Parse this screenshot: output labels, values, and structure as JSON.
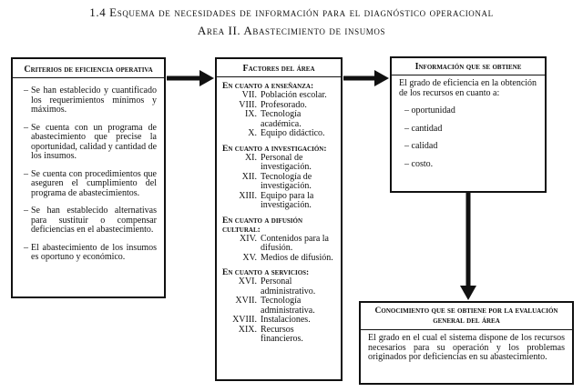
{
  "title_line1": "1.4  Esquema de necesidades de información para el diagnóstico operacional",
  "title_line2": "Area II.  Abastecimiento de insumos",
  "box_criterios": {
    "heading": "Criterios de eficiencia operativa",
    "items": [
      "Se han establecido y cuantificado los requerimientos mínimos y máximos.",
      "Se cuenta con un programa de abastecimiento que precise la oportunidad, calidad y cantidad de los insumos.",
      "Se cuenta con procedimientos que aseguren el cumplimiento del programa de abastecimientos.",
      "Se han establecido alternativas para sustituir o compensar deficiencias en el abastecimiento.",
      "El abastecimiento de los insumos es oportuno y económico."
    ]
  },
  "box_factores": {
    "heading": "Factores del área",
    "sections": [
      {
        "label": "En cuanto a enseñanza:",
        "factors": [
          {
            "num": "VII.",
            "text": "Población escolar."
          },
          {
            "num": "VIII.",
            "text": "Profesorado."
          },
          {
            "num": "IX.",
            "text": "Tecnología académica."
          },
          {
            "num": "X.",
            "text": "Equipo didáctico."
          }
        ]
      },
      {
        "label": "En cuanto a investigación:",
        "factors": [
          {
            "num": "XI.",
            "text": "Personal de investigación."
          },
          {
            "num": "XII.",
            "text": "Tecnología de investigación."
          },
          {
            "num": "XIII.",
            "text": "Equipo para la investigación."
          }
        ]
      },
      {
        "label": "En cuanto a difusión cultural:",
        "factors": [
          {
            "num": "XIV.",
            "text": "Contenidos para la difusión."
          },
          {
            "num": "XV.",
            "text": "Medios de difusión."
          }
        ]
      },
      {
        "label": "En cuanto a servicios:",
        "factors": [
          {
            "num": "XVI.",
            "text": "Personal administrativo."
          },
          {
            "num": "XVII.",
            "text": "Tecnología administrativa."
          },
          {
            "num": "XVIII.",
            "text": "Instalaciones."
          },
          {
            "num": "XIX.",
            "text": "Recursos financieros."
          }
        ]
      }
    ]
  },
  "box_informacion": {
    "heading": "Información que se obtiene",
    "intro": "El grado de eficiencia en la obtención de los recursos en cuanto a:",
    "items": [
      "– oportunidad",
      "– cantidad",
      "– calidad",
      "– costo."
    ]
  },
  "box_conocimiento": {
    "heading": "Conocimiento que se obtiene por la evaluación general del área",
    "text": "El grado en el cual el sistema dispone de los recursos necesarios para su operación y los problemas originados por deficiencias en su abastecimiento."
  }
}
